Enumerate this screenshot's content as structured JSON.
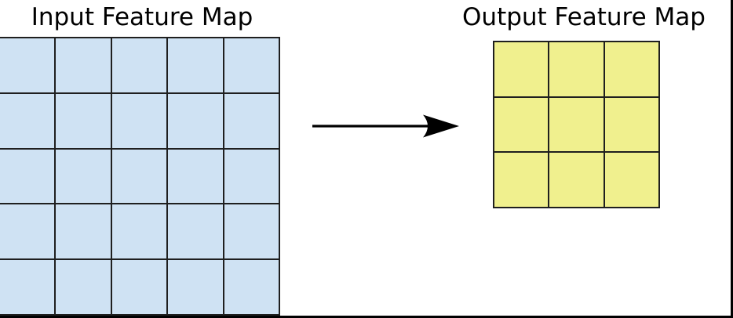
{
  "diagram": {
    "background": "#ffffff",
    "frame_color": "#000000",
    "grid_line_color": "#1f1f1f",
    "input_map": {
      "title": "Input Feature Map",
      "rows": 5,
      "cols": 5,
      "fill": "#cfe2f3"
    },
    "output_map": {
      "title": "Output Feature Map",
      "rows": 3,
      "cols": 3,
      "fill": "#f0f08e"
    },
    "arrow": {
      "direction": "right",
      "color": "#000000"
    }
  }
}
